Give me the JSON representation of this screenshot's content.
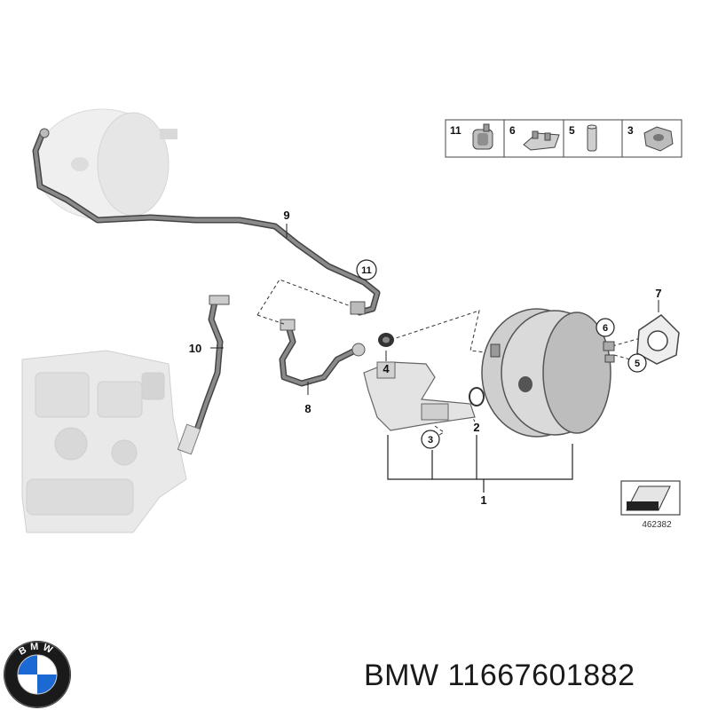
{
  "legend": {
    "items": [
      {
        "number": "11",
        "icon": "clamp-icon"
      },
      {
        "number": "6",
        "icon": "bracket-icon"
      },
      {
        "number": "5",
        "icon": "pin-icon"
      },
      {
        "number": "3",
        "icon": "nut-icon"
      }
    ]
  },
  "callouts": {
    "c1": "1",
    "c2": "2",
    "c3": "3",
    "c4": "4",
    "c5": "5",
    "c6": "6",
    "c7": "7",
    "c8": "8",
    "c9": "9",
    "c10": "10",
    "c11": "11"
  },
  "diagram_code": "462382",
  "brand": {
    "name": "BMW",
    "part_number": "11667601882",
    "logo_letters": "BMW",
    "colors": {
      "blue": "#1c69d4",
      "ring": "#111111"
    }
  }
}
